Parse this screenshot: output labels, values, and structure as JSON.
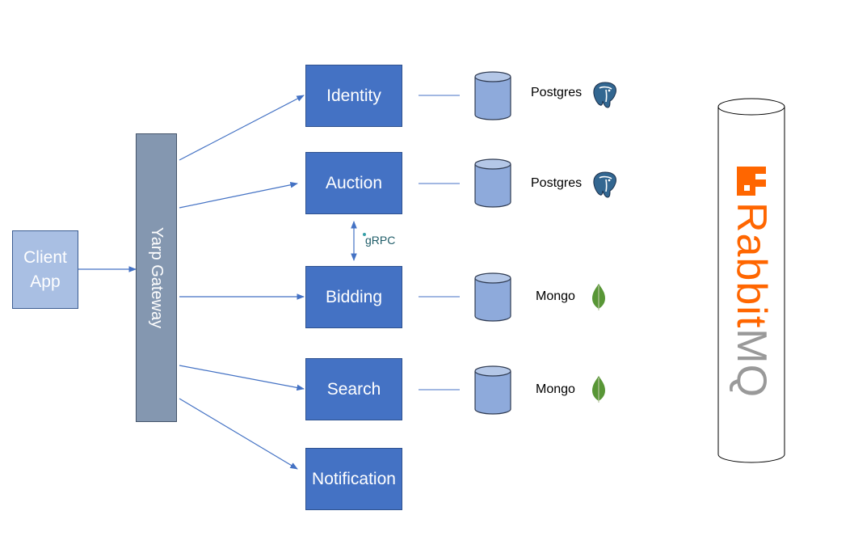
{
  "client": {
    "label": "Client\nApp"
  },
  "gateway": {
    "label": "Yarp Gateway"
  },
  "services": [
    {
      "id": "identity",
      "label": "Identity",
      "db": "Postgres",
      "db_type": "postgres-icon"
    },
    {
      "id": "auction",
      "label": "Auction",
      "db": "Postgres",
      "db_type": "postgres-icon"
    },
    {
      "id": "bidding",
      "label": "Bidding",
      "db": "Mongo",
      "db_type": "mongo-icon"
    },
    {
      "id": "search",
      "label": "Search",
      "db": "Mongo",
      "db_type": "mongo-icon"
    },
    {
      "id": "notification",
      "label": "Notification"
    }
  ],
  "grpc": {
    "label": "gRPC"
  },
  "broker": {
    "brand": "Rabbit",
    "brand_suffix": "MQ"
  },
  "colors": {
    "service": "#4472c4",
    "gateway": "#8497b0",
    "client": "#a9bfe3",
    "arrow": "#4472c4",
    "rabbit_orange": "#ff6600",
    "mongo_green": "#589636",
    "postgres_blue": "#336791"
  }
}
